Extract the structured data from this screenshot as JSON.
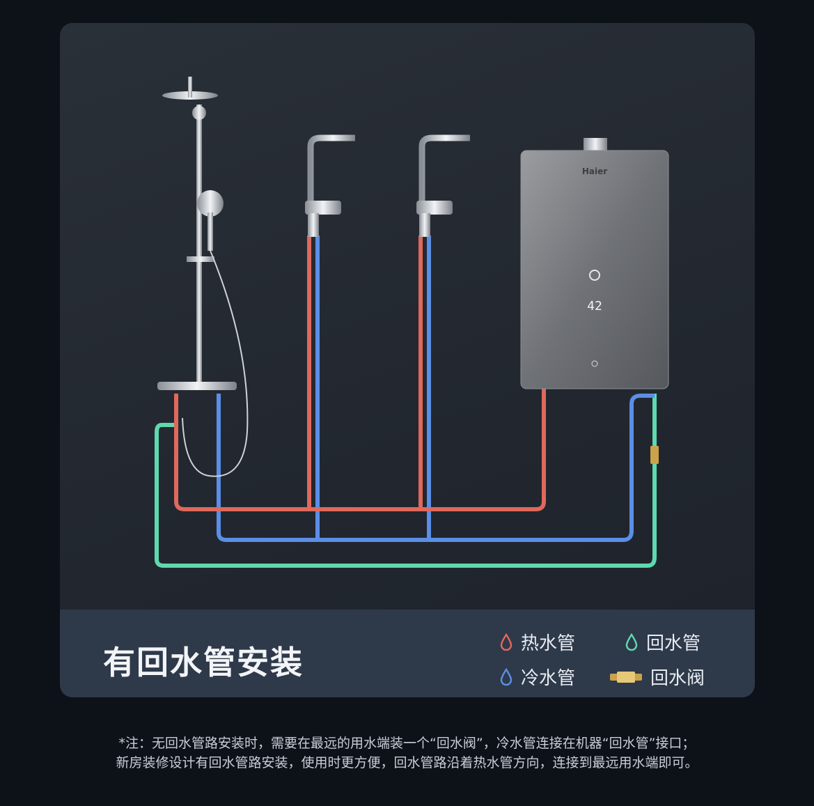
{
  "brand": "Haier",
  "heater_display": "42",
  "title": "有回水管安装",
  "legend": [
    {
      "label": "热水管",
      "icon": "droplet-icon",
      "color": "#e0685c"
    },
    {
      "label": "回水管",
      "icon": "droplet-icon",
      "color": "#5fd8b0"
    },
    {
      "label": "冷水管",
      "icon": "droplet-icon",
      "color": "#5b8ee6"
    },
    {
      "label": "回水阀",
      "icon": "valve-icon",
      "color": "#c9a24a"
    }
  ],
  "note": [
    "*注：无回水管路安装时，需要在最远的用水端装一个“回水阀”，冷水管连接在机器“回水管”接口；",
    "新房装修设计有回水管路安装，使用时更方便，回水管路沿着热水管方向，连接到最远用水端即可。"
  ]
}
